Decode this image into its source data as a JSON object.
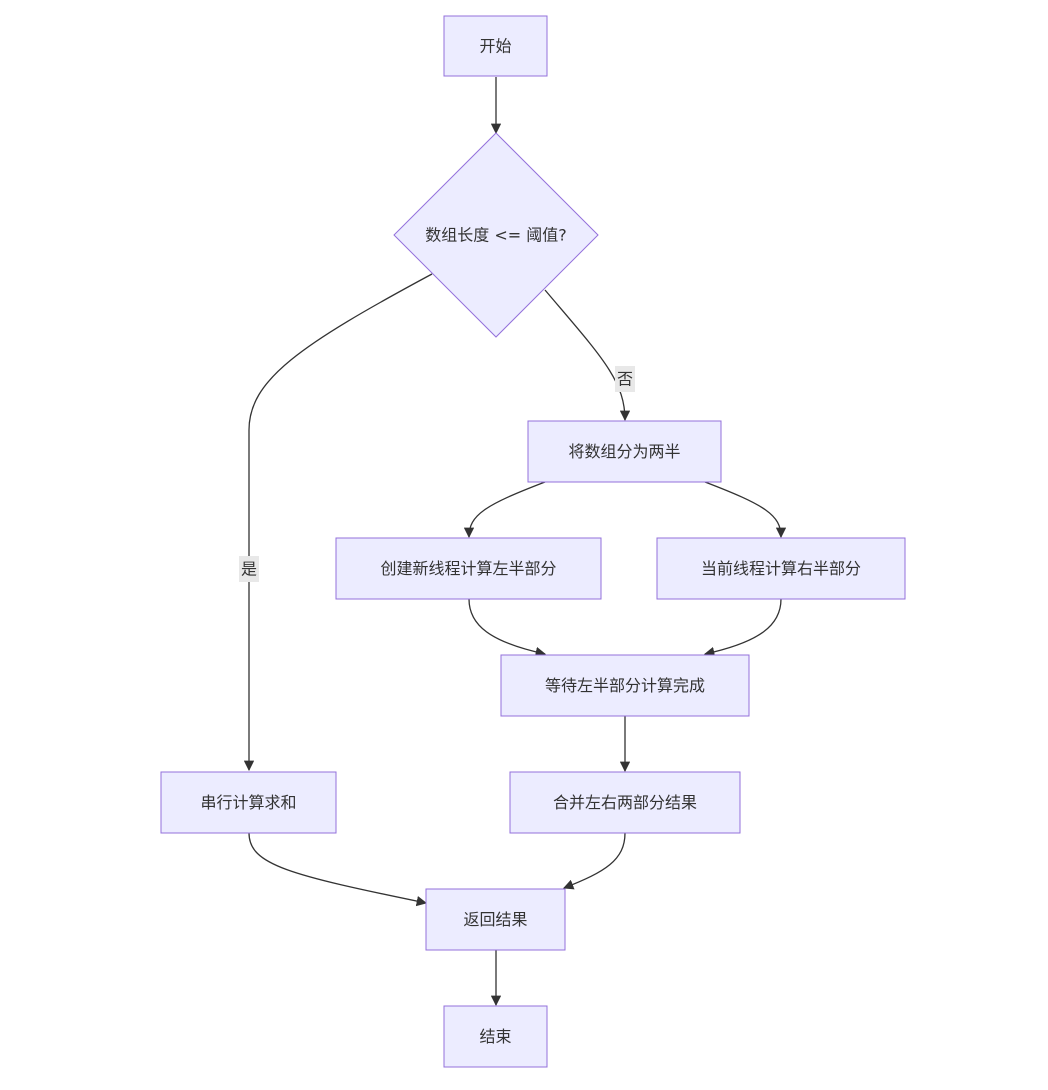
{
  "nodes": {
    "start": "开始",
    "decision": "数组长度 <= 阈值?",
    "split": "将数组分为两半",
    "left_thread": "创建新线程计算左半部分",
    "right_current": "当前线程计算右半部分",
    "wait": "等待左半部分计算完成",
    "serial": "串行计算求和",
    "merge": "合并左右两部分结果",
    "return": "返回结果",
    "end": "结束"
  },
  "edge_labels": {
    "yes": "是",
    "no": "否"
  },
  "colors": {
    "node_fill": "#ECECFF",
    "node_stroke": "#9370DB",
    "edge": "#333333",
    "label_bg": "#E8E8E8"
  }
}
